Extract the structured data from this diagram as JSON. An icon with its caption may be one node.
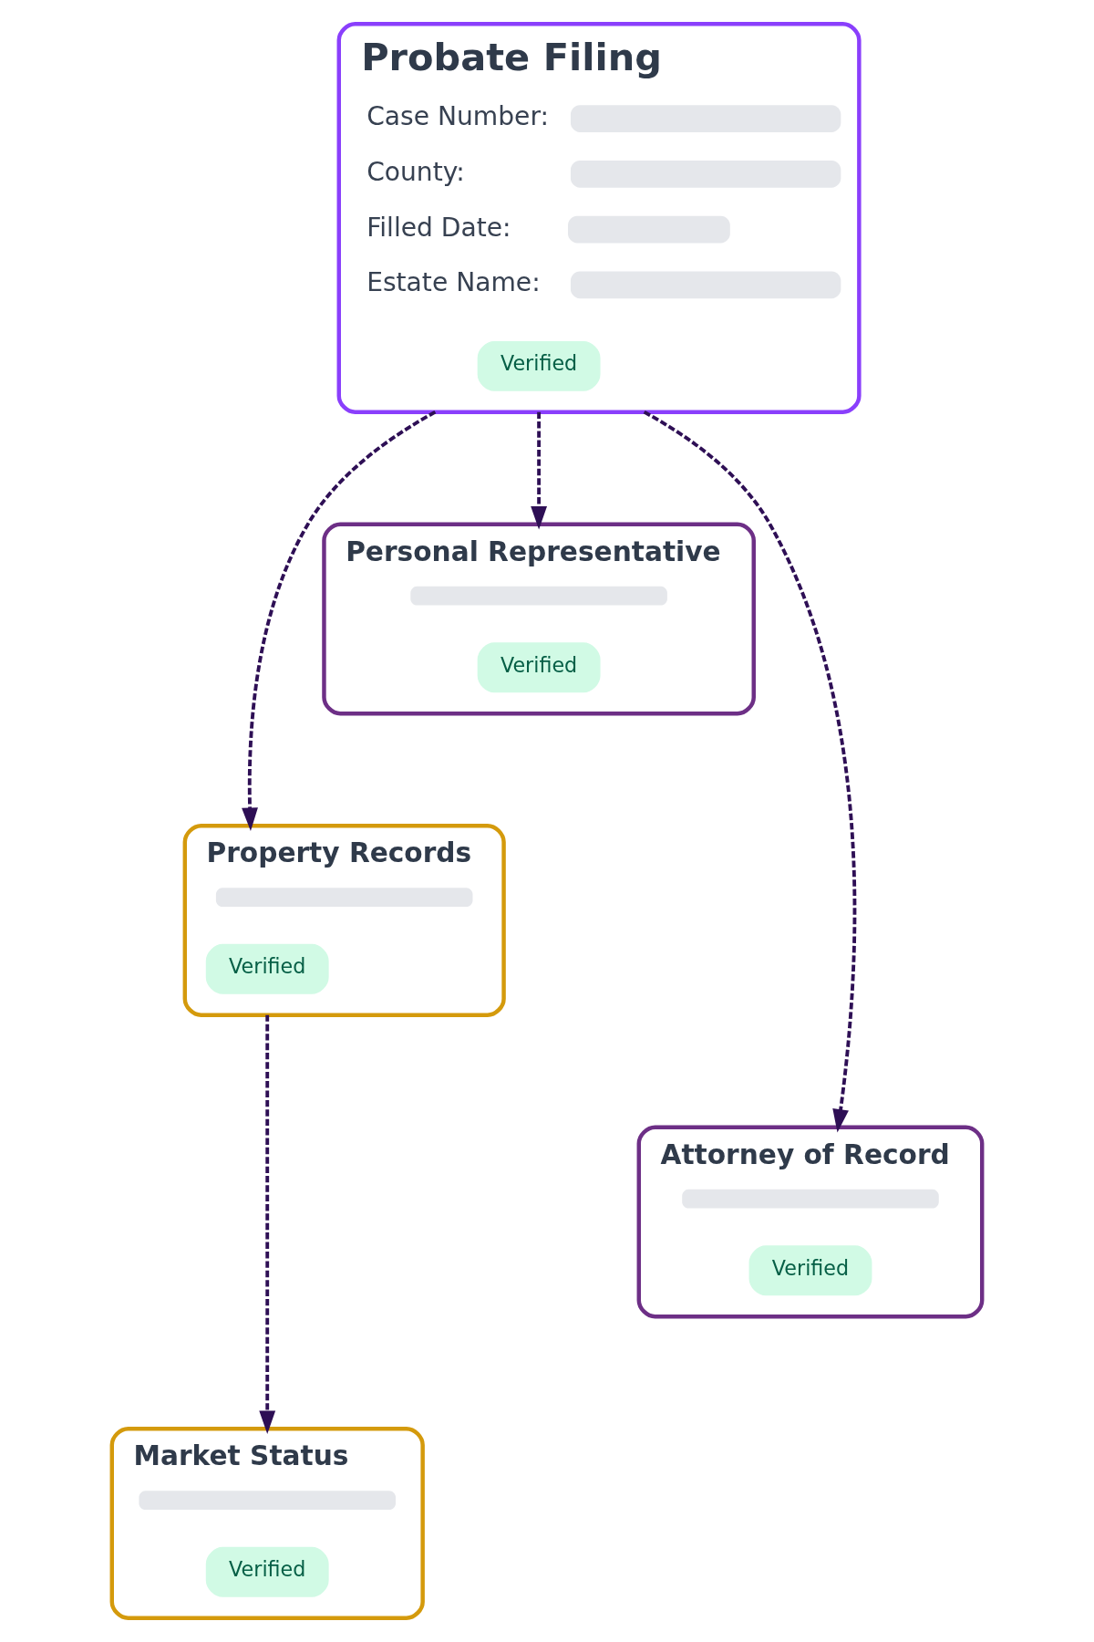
{
  "diagram": {
    "nodes": [
      {
        "text": [
          "Probate Filing",
          "Case Number:",
          "County:",
          "Filled Date:",
          "Estate Name:"
        ]
      },
      {
        "text": [
          "Verified"
        ],
        "in": 0
      },
      {
        "text": [
          "Personal Representative"
        ]
      },
      {
        "text": [
          "Verified"
        ],
        "in": 2
      },
      {
        "text": [
          "Property Records"
        ]
      },
      {
        "text": [
          "Verified"
        ],
        "in": 4
      },
      {
        "text": [
          "Attorney of Record"
        ]
      },
      {
        "text": [
          "Verified"
        ],
        "in": 6
      },
      {
        "text": [
          "Market Status"
        ]
      },
      {
        "text": [
          "Verified"
        ],
        "in": 8
      }
    ],
    "edges": [
      {
        "from": 0,
        "to": 2,
        "arrow": "to",
        "style": "dashed"
      },
      {
        "from": 0,
        "to": 4,
        "arrow": "to",
        "style": "dashed"
      },
      {
        "from": 0,
        "to": 6,
        "arrow": "to",
        "style": "dashed"
      },
      {
        "from": 4,
        "to": 8,
        "arrow": "to",
        "style": "dashed"
      }
    ]
  }
}
